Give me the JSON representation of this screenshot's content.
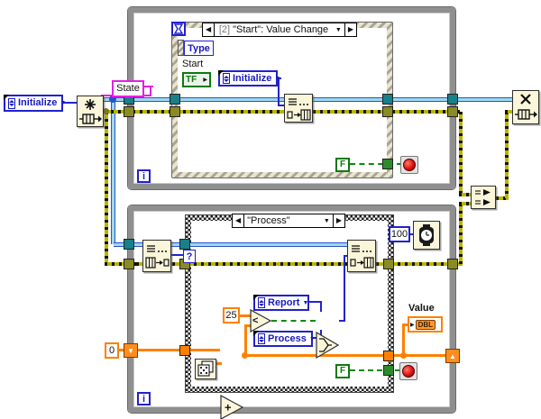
{
  "colors": {
    "queue_wire": "#2a52cc",
    "queue_core": "#9fd8ea",
    "error_wire": "#b8b400",
    "numeric_orange": "#ff8000",
    "enum_blue": "#2121cc",
    "bool_green": "#0c8a0c",
    "string_pink": "#e61ee6",
    "loop_border": "#8f8f8f"
  },
  "producer": {
    "state_label": "State",
    "enum_value": "Initialize",
    "loop_counter": "i",
    "stop_const": "F",
    "event": {
      "selector_index": "[2]",
      "selector_title": "\"Start\": Value Change",
      "data_node_label": "Type",
      "control_label": "Start",
      "bool_terminal": "TF",
      "enum_value": "Initialize"
    }
  },
  "consumer": {
    "loop_counter": "i",
    "shift_init": "0",
    "wait_ms": "100",
    "stop_const": "F",
    "case": {
      "selector_title": "\"Process\"",
      "selector_terminal": "?",
      "threshold": "25",
      "true_enum": "Report",
      "false_enum": "Process",
      "add_symbol": "+",
      "lt_symbol": "<"
    },
    "indicator": {
      "label": "Value",
      "type_text": "DBL"
    }
  },
  "glyphs": {
    "left_arrow": "◀",
    "right_arrow": "▶",
    "down_arrow": "▼",
    "sr_up": "▲",
    "sr_down": "▼",
    "terminal_arrow": "▶"
  }
}
